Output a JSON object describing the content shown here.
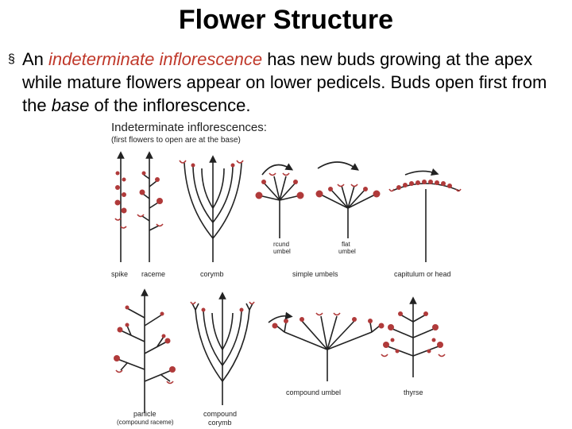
{
  "title": "Flower Structure",
  "bullet": {
    "marker": "§",
    "part1": "An ",
    "part2": "indeterminate inflorescence",
    "part3": " has new buds growing at the apex while mature flowers appear on lower pedicels. Buds open first from the ",
    "part4": "base",
    "part5": " of the inflorescence."
  },
  "figure": {
    "heading": "Indeterminate inflorescences:",
    "subheading": "(first flowers to open are at the base)",
    "labels": {
      "spike": "spike",
      "raceme": "raceme",
      "corymb": "corymb",
      "round_umbel": "rcund\numbel",
      "flat_umbel": "flat\numbel",
      "simple_umbels": "simple umbels",
      "capitulum": "capitulum or head",
      "compound_umbel": "compound umbel",
      "thyrse": "thyrse",
      "panicle": "panicle",
      "panicle_sub": "(compound raceme)",
      "compound_corymb": "compound\ncorymb"
    }
  },
  "colors": {
    "flower": "#b03a3a",
    "stem": "#222222",
    "accent": "#c0392b"
  }
}
